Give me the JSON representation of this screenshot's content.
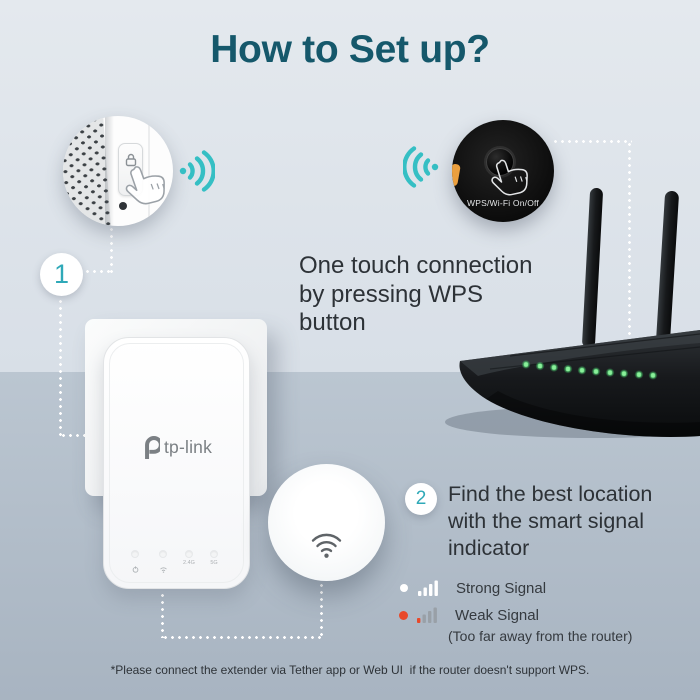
{
  "title": "How to Set up?",
  "steps": [
    {
      "number": "1",
      "text": "One touch connection by pressing WPS button"
    },
    {
      "number": "2",
      "text": "Find the best location with the smart signal indicator"
    }
  ],
  "router_callout_label": "WPS/Wi-Fi On/Off",
  "extender": {
    "brand": "tp-link",
    "led_labels": [
      "2.4G",
      "5G"
    ]
  },
  "legend": {
    "strong": "Strong Signal",
    "weak": "Weak Signal",
    "weak_note": "(Too far away from the router)"
  },
  "footnote": "*Please connect the extender via Tether app or Web UI  if the router doesn't support WPS.",
  "colors": {
    "accent_teal": "#35bfc4",
    "title_teal": "#15586b",
    "weak_orange": "#e8492a",
    "led_green": "#7ee98f"
  }
}
